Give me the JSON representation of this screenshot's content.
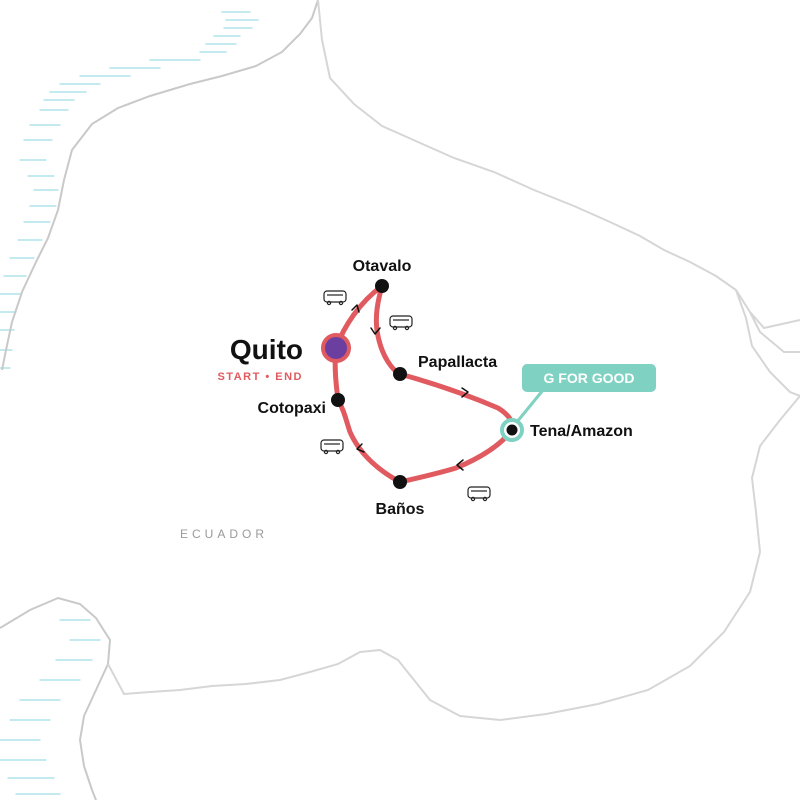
{
  "country_label": "ECUADOR",
  "start_city": {
    "name": "Quito",
    "subtitle": "START • END"
  },
  "cities": [
    {
      "key": "otavalo",
      "name": "Otavalo"
    },
    {
      "key": "papallacta",
      "name": "Papallacta"
    },
    {
      "key": "tena",
      "name": "Tena/Amazon"
    },
    {
      "key": "banos",
      "name": "Baños"
    },
    {
      "key": "cotopaxi",
      "name": "Cotopaxi"
    }
  ],
  "badge": {
    "label": "G FOR GOOD"
  },
  "colors": {
    "route": "#e05a5f",
    "start_marker": "#6b3fa0",
    "badge": "#7fd1c2",
    "stop": "#111111",
    "border": "#d6d6d6",
    "coast_hatch": "#9fdde4"
  },
  "icons": {
    "transport": "bus-icon",
    "direction": "chevron-arrow-icon"
  }
}
